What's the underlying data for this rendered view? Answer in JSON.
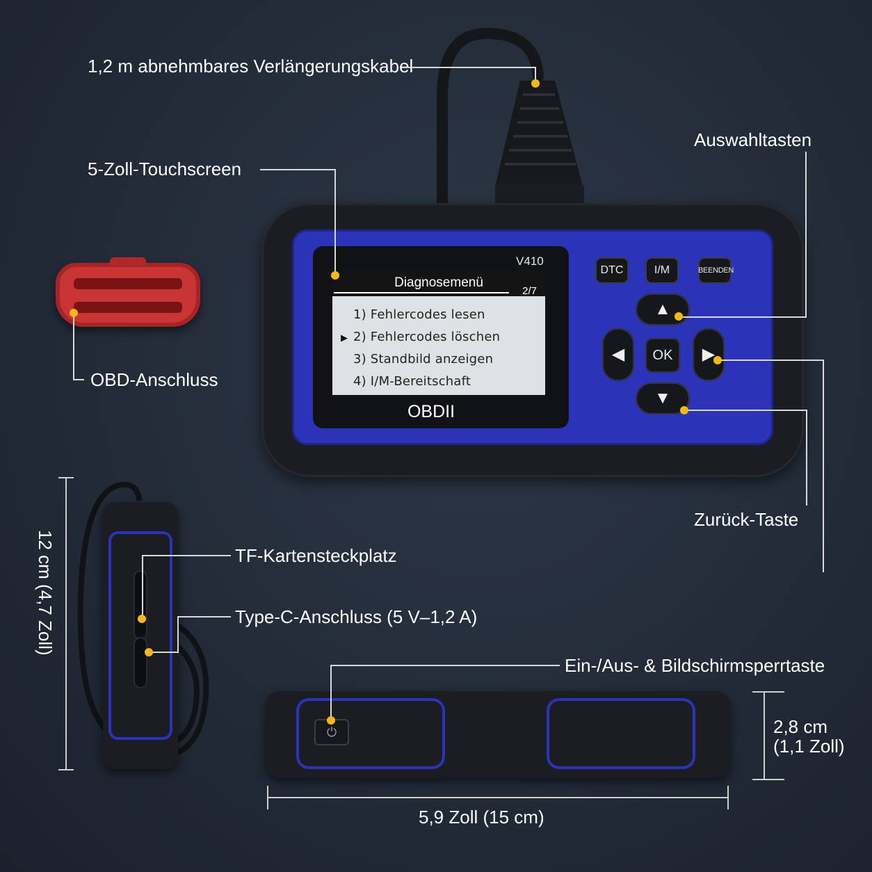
{
  "callouts": {
    "cable": "1,2 m abnehmbares Verlängerungskabel",
    "touchscreen": "5-Zoll-Touchscreen",
    "select_keys": "Auswahltasten",
    "obd_port": "OBD-Anschluss",
    "back_key": "Zurück-Taste",
    "tf_slot": "TF-Kartensteckplatz",
    "typec": "Type-C-Anschluss (5 V–1,2 A)",
    "power_key": "Ein-/Aus- & Bildschirmsperrtaste"
  },
  "device": {
    "model": "V410",
    "brand": "OBDII",
    "buttons": {
      "dtc": "DTC",
      "im": "I/M",
      "exit": "BEENDEN",
      "ok": "OK"
    },
    "arrows": {
      "up": "▲",
      "down": "▼",
      "left": "◀",
      "right": "▶"
    },
    "screen": {
      "title": "Diagnosemenü",
      "page": "2/7",
      "cursor": "▶",
      "items": [
        "1)  Fehlercodes lesen",
        "2)  Fehlercodes löschen",
        "3)  Standbild anzeigen",
        "4)  I/M-Bereitschaft"
      ]
    },
    "power_icon": "power-icon"
  },
  "dimensions": {
    "height": "12 cm (4,7 Zoll)",
    "depth_cm": "2,8 cm",
    "depth_in": "(1,1 Zoll)",
    "width": "5,9 Zoll (15 cm)"
  },
  "colors": {
    "accent": "#f5b817",
    "device_blue": "#2b33b8",
    "connector_red": "#c93434"
  }
}
